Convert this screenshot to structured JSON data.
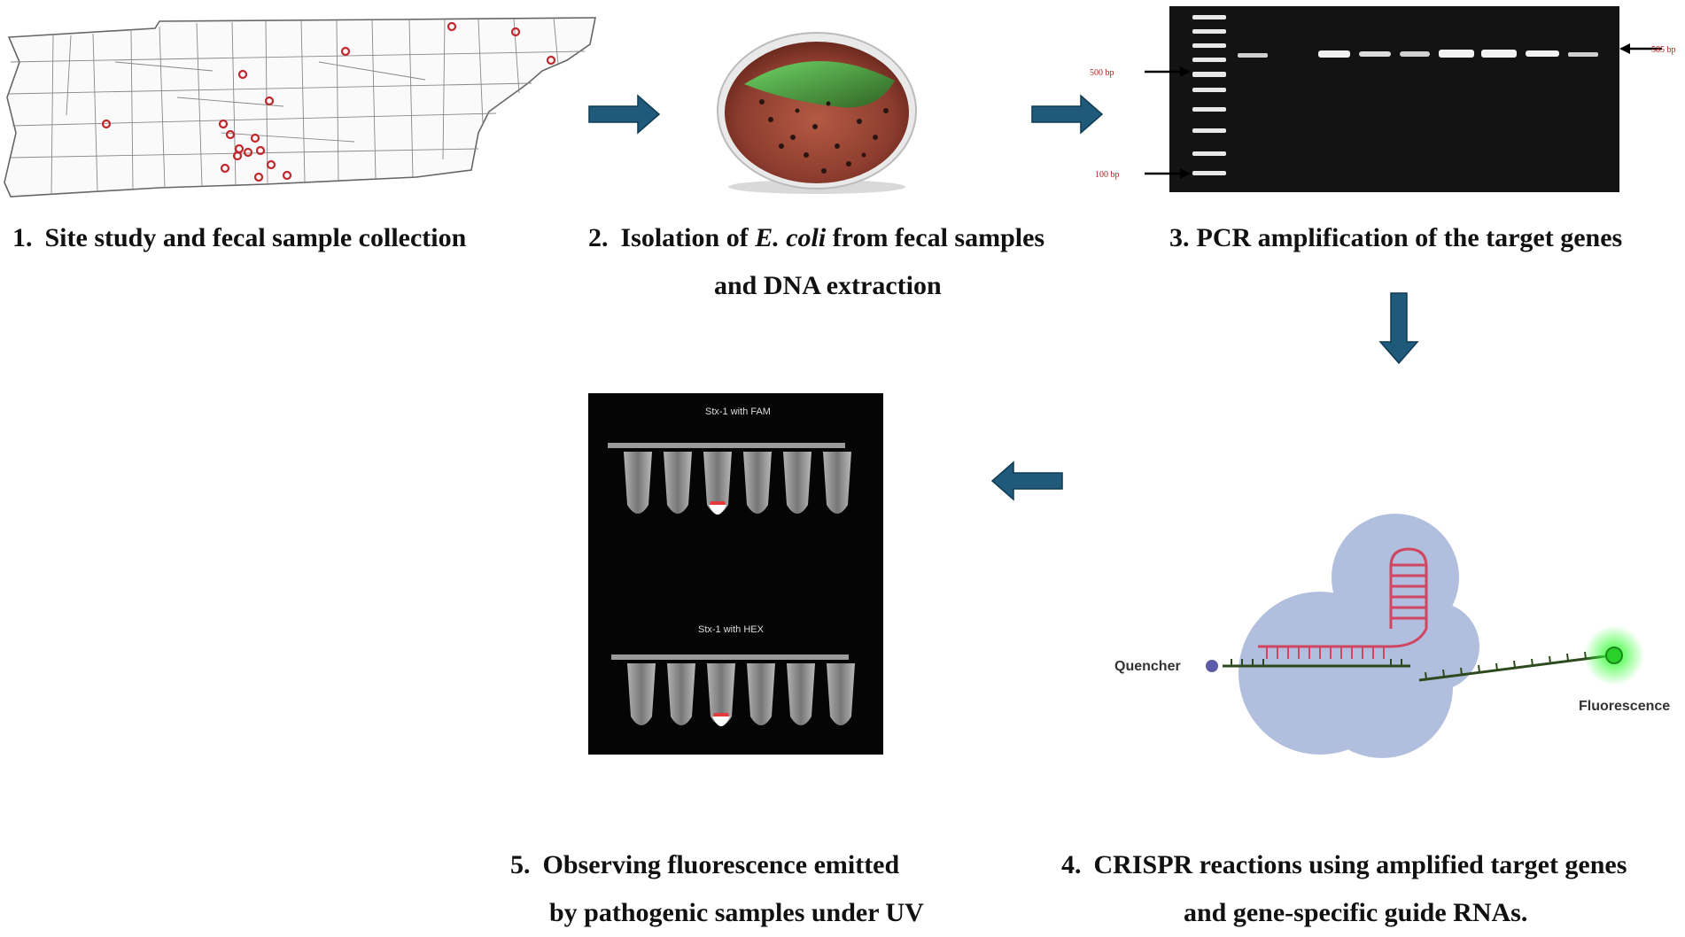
{
  "steps": [
    {
      "number": "1.",
      "text": "Site study and fecal sample collection"
    },
    {
      "number": "2.",
      "text_before": "Isolation of ",
      "text_italic": "E. coli",
      "text_after": " from fecal samples",
      "line2": "and DNA extraction"
    },
    {
      "number": "3.",
      "text": "PCR amplification of the target genes"
    },
    {
      "number": "4.",
      "line1": "CRISPR reactions using amplified target genes",
      "line2": "and gene-specific guide RNAs."
    },
    {
      "number": "5.",
      "line1": "Observing fluorescence emitted",
      "line2": "by pathogenic samples under UV"
    }
  ],
  "gel": {
    "label_585": "585 bp",
    "label_500": "500 bp",
    "label_100": "100 bp"
  },
  "crispr": {
    "quencher_label": "Quencher",
    "fluorescence_label": "Fluorescence"
  },
  "tubes": {
    "top_label": "Stx-1 with FAM",
    "bottom_label": "Stx-1 with HEX"
  },
  "colors": {
    "arrow": "#1f5a7a",
    "arrow_edge": "#0e3a52",
    "gel_bg": "#111111",
    "band": "#f2f2f2",
    "protein": "#a9b8da",
    "rna": "#d0455f",
    "glow": "#33ff33"
  }
}
